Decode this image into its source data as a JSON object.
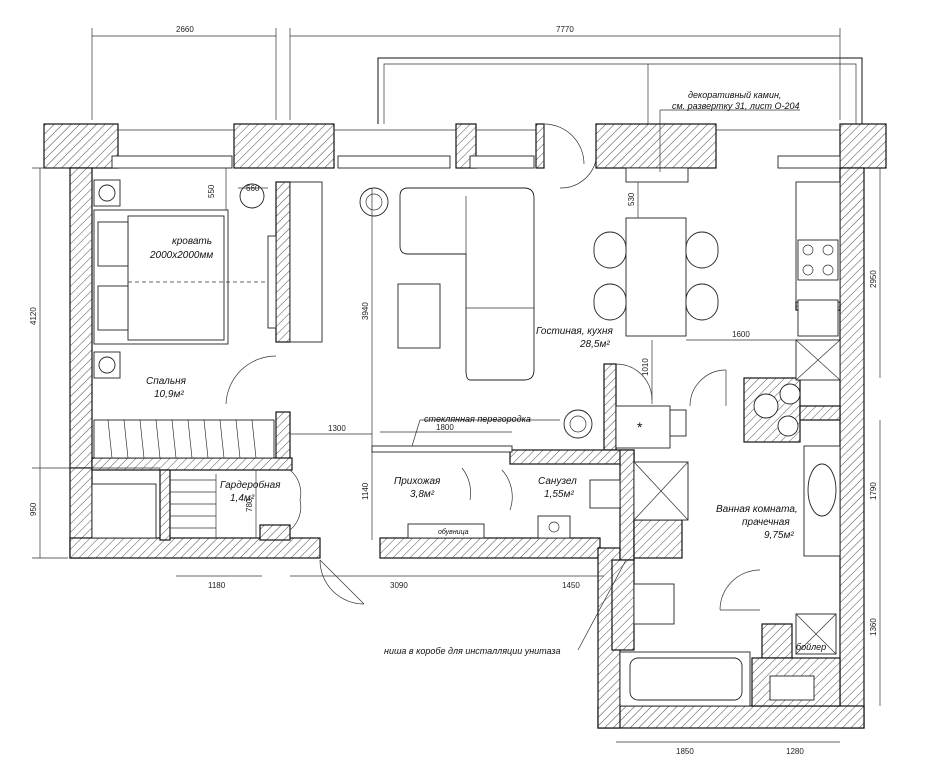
{
  "rooms": {
    "bedroom": {
      "name": "Спальня",
      "area": "10,9м²"
    },
    "bed": {
      "name": "кровать",
      "size": "2000x2000мм"
    },
    "living": {
      "name": "Гостиная, кухня",
      "area": "28,5м²"
    },
    "hall": {
      "name": "Прихожая",
      "area": "3,8м²"
    },
    "wc": {
      "name": "Санузел",
      "area": "1,55м²"
    },
    "bath": {
      "name1": "Ванная комната,",
      "name2": "прачечная",
      "area": "9,75м²"
    },
    "wardrobe": {
      "name": "Гардеробная",
      "area": "1,4м²"
    }
  },
  "notes": {
    "fireplace1": "декоративный камин,",
    "fireplace2": "см. развертку 31, лист О-204",
    "glass": "стеклянная перегородка",
    "niche": "ниша в коробе для инсталляции унитаза",
    "boiler": "бойлер",
    "shoe": "обувница",
    "star": "*"
  },
  "dims": {
    "top_left": "2660",
    "top_right": "7770",
    "left_main": "4120",
    "left_lower": "950",
    "bed_top": "550",
    "bed_width": "660",
    "fire_depth": "530",
    "mid_height": "3940",
    "right_top": "2950",
    "d1600": "1600",
    "d1010": "1010",
    "d1800": "1800",
    "d1300": "1300",
    "d1140": "1140",
    "d780": "780",
    "d1790": "1790",
    "d1360": "1360",
    "bot1180": "1180",
    "bot3090": "3090",
    "bot1450": "1450",
    "bot1850": "1850",
    "bot1280": "1280"
  }
}
